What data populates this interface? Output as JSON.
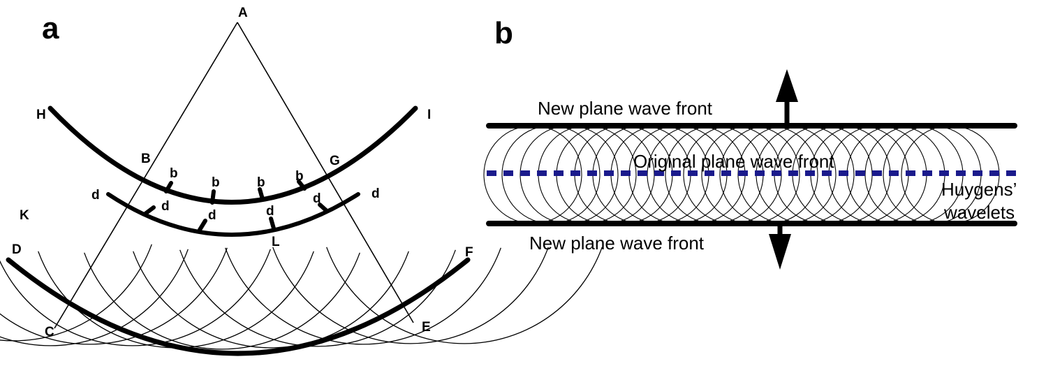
{
  "panel_a": {
    "panel_label": "a",
    "points": {
      "A": "A",
      "B": "B",
      "C": "C",
      "D": "D",
      "E": "E",
      "F": "F",
      "G": "G",
      "H": "H",
      "I": "I",
      "K": "K",
      "L": "L"
    },
    "b_label": "b",
    "d_label": "d"
  },
  "panel_b": {
    "panel_label": "b",
    "top_front": "New plane  wave front",
    "original_front": "Original plane wave front",
    "wavelets_line1": "Huygens’",
    "wavelets_line2": "wavelets",
    "bottom_front": "New plane wave front",
    "original_front_color": "#1a1a8c"
  }
}
